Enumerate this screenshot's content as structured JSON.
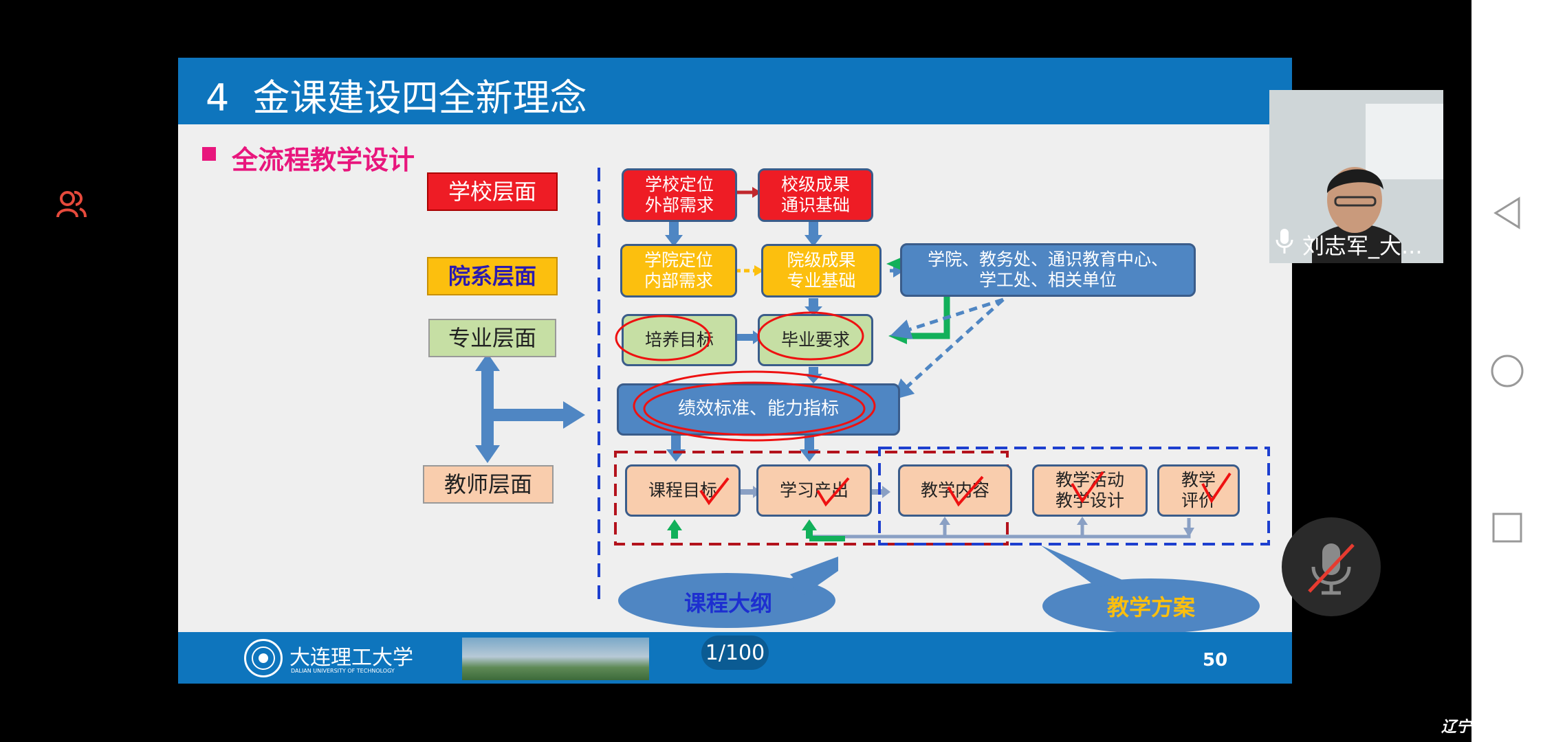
{
  "slide": {
    "title": "4  金课建设四全新理念",
    "section": "全流程教学设计",
    "levels": {
      "school": "学校层面",
      "dept": "院系层面",
      "major": "专业层面",
      "teacher": "教师层面"
    },
    "boxes": {
      "school_pos": "学校定位\n外部需求",
      "school_out": "校级成果\n通识基础",
      "college_pos": "学院定位\n内部需求",
      "college_out": "院级成果\n专业基础",
      "depts": "学院、教务处、通识教育中心、\n学工处、相关单位",
      "goal": "培养目标",
      "grad_req": "毕业要求",
      "indicators": "绩效标准、能力指标",
      "course_goal": "课程目标",
      "learn_out": "学习产出",
      "content": "教学内容",
      "activity": "教学活动\n教学设计",
      "evaluation": "教学\n评价"
    },
    "bubbles": {
      "syllabus": "课程大纲",
      "plan": "教学方案"
    },
    "footer": {
      "school_name": "大连理工大学",
      "school_name_en": "DALIAN UNIVERSITY OF TECHNOLOGY",
      "page_number": "50"
    },
    "colors": {
      "header": "#0e75bd",
      "red": "#ee1c25",
      "yellow": "#fcbf0e",
      "green": "#c6dfa4",
      "peach": "#f9cdad",
      "blue": "#4f86c3",
      "accent": "#e8167d"
    }
  },
  "viewer": {
    "page_indicator": "1/100",
    "participant_name": "刘志军_大...",
    "watermark": "辽宁师范大学"
  },
  "icons": {
    "participants": "participants-icon",
    "back": "back-triangle-icon",
    "home": "home-circle-icon",
    "recents": "recents-square-icon",
    "mic_muted": "mic-muted-icon",
    "mic": "mic-icon"
  }
}
